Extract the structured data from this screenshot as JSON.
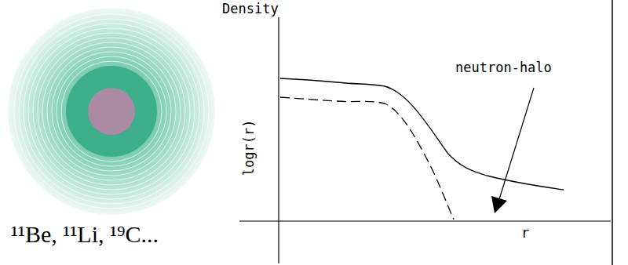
{
  "diagram": {
    "labels": [
      "Density",
      "logr(r)",
      "neutron-halo",
      "r",
      "¹¹Be, ¹¹Li, ¹⁹C..."
    ]
  }
}
